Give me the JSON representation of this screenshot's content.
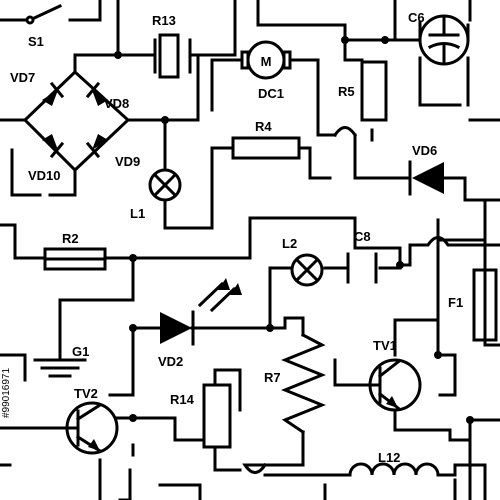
{
  "labels": {
    "s1": "S1",
    "r13": "R13",
    "c6": "C6",
    "vd7": "VD7",
    "vd8": "VD8",
    "dc1": "DC1",
    "motor": "M",
    "r5": "R5",
    "r4": "R4",
    "vd6": "VD6",
    "vd9": "VD9",
    "vd10": "VD10",
    "l1": "L1",
    "r2": "R2",
    "l2": "L2",
    "c8": "C8",
    "f1": "F1",
    "g1": "G1",
    "vd2": "VD2",
    "r7": "R7",
    "tv1": "TV1",
    "tv2": "TV2",
    "r14": "R14",
    "l12": "L12"
  },
  "watermark": "#99016971"
}
